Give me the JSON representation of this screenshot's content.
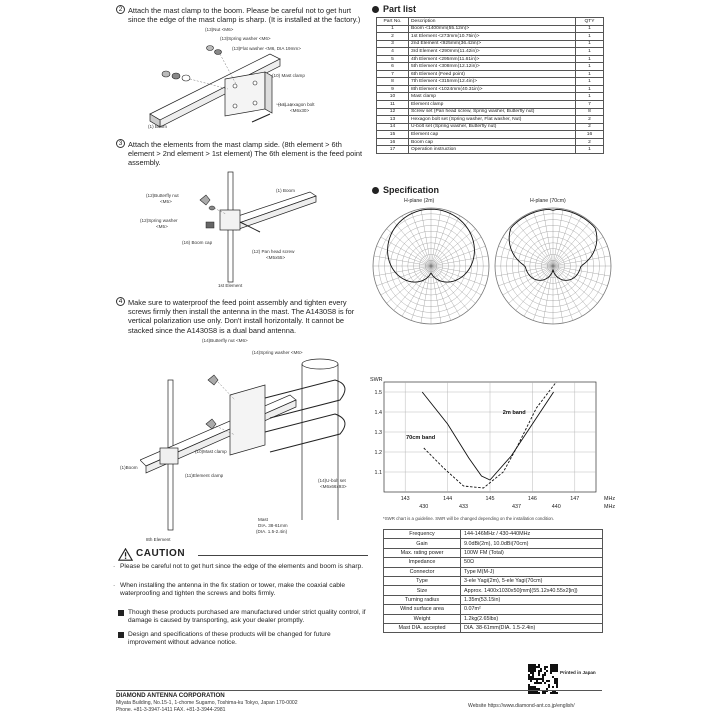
{
  "steps": [
    {
      "num": "2",
      "text": "Attach the mast clamp to the boom. Please be careful not to get hurt since the edge of the mast clamp is sharp. (It is installed at the factory.)",
      "labels": {
        "nut": "(13)Nut <M6>",
        "spring": "(13)Spring washer <M6>",
        "flat": "(13)Flat washer <M6, DIA 19mm>",
        "mast_clamp": "(10) Mast clamp",
        "bolt": "(13) Hexagon bolt",
        "bolt_size": "<M6x30>",
        "boom": "(1) Boom"
      }
    },
    {
      "num": "3",
      "text": "Attach the elements from the mast clamp side. (8th element > 6th element > 2nd element > 1st element) The 6th element is the feed point assembly.",
      "labels": {
        "boom": "(1) Boom",
        "butterfly": "(12)Butterfly nut",
        "butterfly_size": "<M5>",
        "spring": "(12)Spring washer",
        "spring_size": "<M5>",
        "boom_cap": "(16) Boom cap",
        "pan_head": "(12) Pan head screw",
        "pan_head_size": "<M5x55>",
        "element": "1st Element"
      }
    },
    {
      "num": "4",
      "text": "Make sure to waterproof the feed point assembly and tighten every screws firmly then install the antenna in the mast. The A1430S8 is for vertical polarization use only. Don't install horizontally. It cannot be stacked since the A1430S8 is a dual band antenna.",
      "labels": {
        "butterfly": "(14)Butterfly nut <M6>",
        "spring": "(14)Spring washer <M6>",
        "boom": "(1)Boom",
        "mast_clamp": "(10)Mast clamp",
        "element_clamp": "(11)Element clamp",
        "ubolt": "(14)U-bolt set",
        "ubolt_size": "<M6x66x93>",
        "mast": "Mast",
        "mast_dia1": "DIA. 38-61mm",
        "mast_dia2": "(DIA. 1.5-2.4in)",
        "eighth": "8th Element"
      }
    }
  ],
  "caution": {
    "title": "CAUTION",
    "items": [
      "Please be careful not to get hurt since the edge of the elements and boom is sharp.",
      "When installing the antenna in the fix station or tower, make the coaxial cable waterproofing and tighten the screws and bolts firmly."
    ]
  },
  "notices": [
    "Though these products purchased are manufactured under strict quality control, if damage is caused by transporting, ask your dealer promptly.",
    "Design and specifications of these products will be changed for future improvement without advance notice."
  ],
  "parts": {
    "title": "Part list",
    "headers": [
      "Part No.",
      "Description",
      "QTY"
    ],
    "rows": [
      [
        "1",
        "Boom <1400mm(55.12in)>",
        "1"
      ],
      [
        "2",
        "1st Element <273mm(10.75in)>",
        "1"
      ],
      [
        "3",
        "2nd Element <925mm(36.42in)>",
        "1"
      ],
      [
        "4",
        "3rd Element <290mm(11.42in)>",
        "1"
      ],
      [
        "5",
        "4th Element <295mm(11.61in)>",
        "1"
      ],
      [
        "6",
        "5th Element <308mm(12.12in)>",
        "1"
      ],
      [
        "7",
        "6th Element (Feed point)",
        "1"
      ],
      [
        "8",
        "7th Element <315mm(12.4in)>",
        "1"
      ],
      [
        "9",
        "8th Element <1024mm(40.31in)>",
        "1"
      ],
      [
        "10",
        "Mast clamp",
        "1"
      ],
      [
        "11",
        "Element clamp",
        "7"
      ],
      [
        "12",
        "Screw set (Pan head screw, Spring washer, Butterfly nut)",
        "8"
      ],
      [
        "13",
        "Hexagon bolt set (Spring washer, Flat washer, Nut)",
        "2"
      ],
      [
        "14",
        "U-bolt set (Spring washer, Butterfly nut)",
        "2"
      ],
      [
        "15",
        "Element cap",
        "16"
      ],
      [
        "16",
        "Boom cap",
        "2"
      ],
      [
        "17",
        "Operation instruction",
        "1"
      ]
    ]
  },
  "specification": {
    "title": "Specification",
    "polar": {
      "left": "H-plane (2m)",
      "right": "H-plane (70cm)"
    },
    "rows": [
      [
        "Frequency",
        "144-146MHz / 430-440MHz"
      ],
      [
        "Gain",
        "9.0dBi(2m), 10.0dBi(70cm)"
      ],
      [
        "Max. rating power",
        "100W FM (Total)"
      ],
      [
        "Impedance",
        "50Ω"
      ],
      [
        "Connector",
        "Type M(M-J)"
      ],
      [
        "Type",
        "3-ele Yagi(2m), 5-ele Yagi(70cm)"
      ],
      [
        "Size",
        "Approx. 1400x1030x50[mm](55.12x40.55x2[in])"
      ],
      [
        "Turning radius",
        "1.35m(53.15in)"
      ],
      [
        "Wind surface area",
        "0.07m²"
      ],
      [
        "Weight",
        "1.2kg(2.65lbs)"
      ],
      [
        "Mast DIA. accepted",
        "DIA. 38-61mm(DIA. 1.5-2.4in)"
      ]
    ],
    "swr_note": "*SWR chart is a guideline. SWR will be changed depending on the installation condition."
  },
  "chart_data": {
    "type": "line",
    "ylabel": "SWR",
    "ylim": [
      1.0,
      1.5
    ],
    "yticks": [
      "1.5",
      "1.4",
      "1.3",
      "1.2",
      "1.1"
    ],
    "x_top_ticks": [
      "143",
      "144",
      "145",
      "146",
      "147"
    ],
    "x_bottom_ticks": [
      "430",
      "433",
      "437",
      "440"
    ],
    "x_unit": "MHz",
    "series": [
      {
        "name": "2m band",
        "x_axis": "top",
        "x": [
          143.4,
          144.0,
          144.5,
          144.8,
          145.0,
          145.5,
          146.0,
          146.5
        ],
        "y": [
          1.5,
          1.34,
          1.17,
          1.08,
          1.06,
          1.18,
          1.34,
          1.5
        ]
      },
      {
        "name": "70cm band",
        "x_axis": "bottom",
        "x": [
          430.0,
          431.5,
          433.0,
          434.5,
          436.0,
          437.0,
          438.5,
          440.0
        ],
        "y": [
          1.22,
          1.12,
          1.03,
          1.02,
          1.1,
          1.22,
          1.42,
          1.56
        ]
      }
    ]
  },
  "footer": {
    "printed": "Printed in Japan",
    "company": "DIAMOND ANTENNA CORPORATION",
    "address": "Miyata Building, No.15-1, 1-chome Sugamo, Toshima-ku Tokyo, Japan 170-0002",
    "phone": "Phone. +81-3-3947-1411    FAX. +81-3-3944-2981",
    "website": "Website   https://www.diamond-ant.co.jp/english/"
  }
}
